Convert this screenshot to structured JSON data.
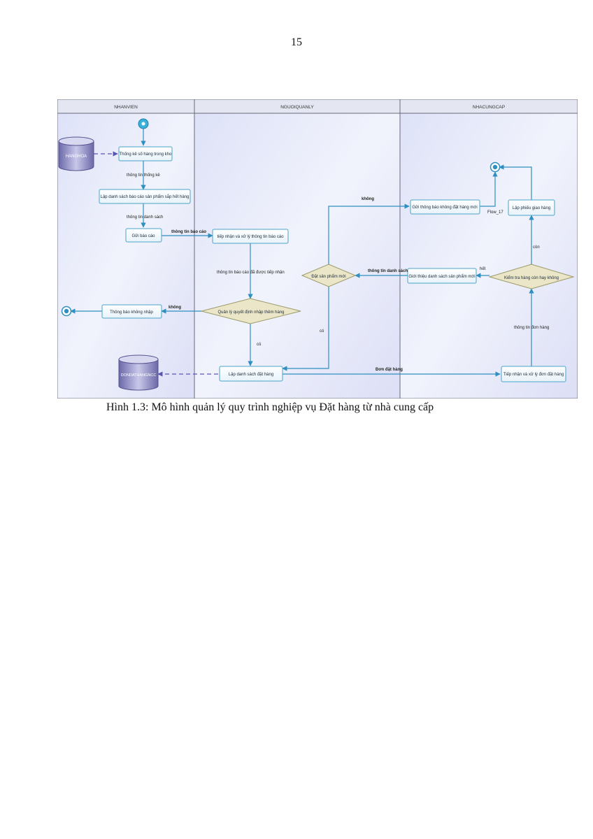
{
  "page": {
    "number": "15"
  },
  "caption": "Hình 1.3: Mô hình quản lý quy trình nghiệp vụ Đặt hàng từ nhà cung cấp",
  "diagram": {
    "lanes": [
      "NHANVIEN",
      "NGUOIQUANLY",
      "NHACUNGCAP"
    ],
    "datastores": {
      "hanghoa": "HANGHOA",
      "dondathang": "DONDATHANGNCC"
    },
    "activities": {
      "thongke": "Thống kê số hàng trong kho",
      "lapdanhsach_baocao": "Lập danh sách báo cáo sản phẩm sắp hết hàng",
      "gui_baocao": "Gửi báo cáo",
      "tiepnhan_baocao": "tiếp nhận và xử lý thông tin báo cáo",
      "thongbao_khongnhap": "Thông báo không nhập",
      "lap_dsdathang": "Lập danh sách đặt hàng",
      "gui_tb_khongdat": "Gửi thông báo không đặt hàng mới",
      "gioithieu_sp": "Giới thiệu danh sách sản phẩm mới",
      "lap_phieugiao": "Lập phiếu giao hàng",
      "tiepnhan_don": "Tiếp nhận và xử lý đơn đặt hàng"
    },
    "decisions": {
      "quyetdinh": "Quản lý quyết định nhập thêm hàng",
      "datsp_moi": "Đặt sản phẩm mới",
      "kiemtra": "Kiểm tra hàng còn hay không"
    },
    "flows": {
      "thongtin_thongke": "thông tin thống kê",
      "thongtin_danhsach": "thông tin danh sách",
      "thongtin_baocao": "thông tin báo cáo",
      "baocao_tiepnhan": "thông tin báo cáo đã được tiếp nhận",
      "khong_1": "không",
      "co_1": "có",
      "co_2": "có",
      "khong_2": "không",
      "thongtin_danhsach_2": "thông tin danh sách",
      "het": "hết",
      "con": "còn",
      "thongtin_donhang": "thông tin đơn hàng",
      "don_dathang": "Đơn đặt hàng",
      "flow17": "Flow_17"
    },
    "colors": {
      "arrow": "#2e8fc0",
      "node_border": "#4aa3c8",
      "datastore_flow": "#5a55b5"
    }
  }
}
